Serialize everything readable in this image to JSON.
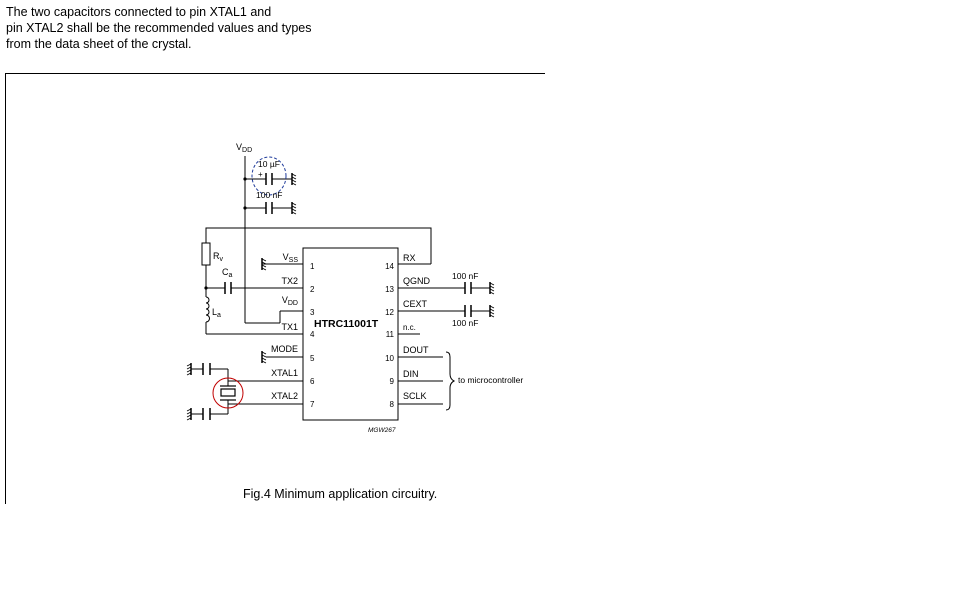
{
  "note": {
    "line1": "The two capacitors connected to pin XTAL1 and",
    "line2": "pin XTAL2 shall be the recommended values and types",
    "line3": "from the data sheet of the crystal."
  },
  "schematic": {
    "ic_name": "HTRC11001T",
    "ref_code": "MGW267",
    "vdd_supply": {
      "main": "V",
      "sub": "DD"
    },
    "cap_10u": "10 µF",
    "cap_plus": "+",
    "cap_100n_supply": "100 nF",
    "cap_100n_qgnd": "100 nF",
    "cap_100n_cext": "100 nF",
    "rv": {
      "main": "R",
      "sub": "v"
    },
    "ca": {
      "main": "C",
      "sub": "a"
    },
    "la": {
      "main": "L",
      "sub": "a"
    },
    "left_pins": [
      {
        "num": "1",
        "main": "V",
        "sub": "SS"
      },
      {
        "num": "2",
        "main": "TX2",
        "sub": ""
      },
      {
        "num": "3",
        "main": "V",
        "sub": "DD"
      },
      {
        "num": "4",
        "main": "TX1",
        "sub": ""
      },
      {
        "num": "5",
        "main": "MODE",
        "sub": ""
      },
      {
        "num": "6",
        "main": "XTAL1",
        "sub": ""
      },
      {
        "num": "7",
        "main": "XTAL2",
        "sub": ""
      }
    ],
    "right_pins": [
      {
        "num": "14",
        "name": "RX"
      },
      {
        "num": "13",
        "name": "QGND"
      },
      {
        "num": "12",
        "name": "CEXT"
      },
      {
        "num": "11",
        "name": "n.c."
      },
      {
        "num": "10",
        "name": "DOUT"
      },
      {
        "num": "9",
        "name": "DIN"
      },
      {
        "num": "8",
        "name": "SCLK"
      }
    ],
    "to_micro": "to microcontroller",
    "highlight_color": "#c00000",
    "highlight_color_blue": "#1f3b9b"
  },
  "caption": "Fig.4  Minimum application circuitry."
}
